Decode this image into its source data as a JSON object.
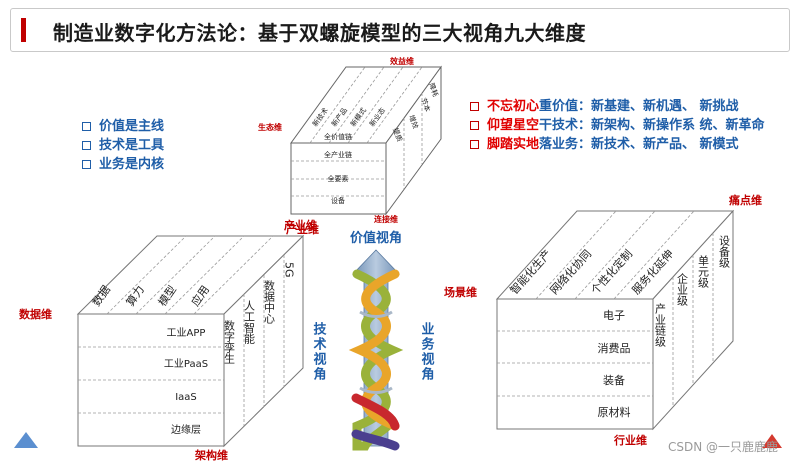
{
  "title": "制造业数字化方法论：基于双螺旋模型的三大视角九大维度",
  "left_list": [
    "价值是主线",
    "技术是工具",
    "业务是内核"
  ],
  "right_list": [
    {
      "red": "不忘初心",
      "blue": "重价值：新基建、新机遇、 新挑战"
    },
    {
      "red": "仰望星空",
      "blue": "干技术：新架构、新操作系 统、新革命"
    },
    {
      "red": "脚踏实地",
      "blue": "落业务：新技术、新产品、 新模式"
    }
  ],
  "value_cube": {
    "top_label": "效益维",
    "left_label": "生态维",
    "bottom_label": "产业维",
    "connect_label": "连接维",
    "top_items": [
      "新技术",
      "新产品",
      "新模式",
      "新业态"
    ],
    "side_items": [
      "降耗",
      "增效",
      "提质"
    ],
    "side_item_top": "节本",
    "front_rows": [
      "全价值链",
      "全产业链",
      "全要素",
      "设备"
    ],
    "view_title": "价值视角"
  },
  "tech_cube": {
    "left_label": "数据维",
    "top_label": "产业维",
    "bottom_label": "架构维",
    "top_items": [
      "数据",
      "算力",
      "模型",
      "应用"
    ],
    "side_items": [
      "数字孪生",
      "人工智能",
      "数据中心",
      "5G"
    ],
    "front_rows": [
      "工业APP",
      "工业PaaS",
      "IaaS",
      "边缘层"
    ],
    "view_title": "技术视角"
  },
  "biz_cube": {
    "left_label": "场景维",
    "top_label": "痛点维",
    "bottom_label": "行业维",
    "top_items": [
      "智能化生产",
      "网络化协同",
      "个性化定制",
      "服务化延伸"
    ],
    "side_items": [
      "产业链级",
      "企业级",
      "单元级",
      "设备级"
    ],
    "front_rows": [
      "电子",
      "消费品",
      "装备",
      "原材料"
    ],
    "view_title": "业务视角"
  },
  "watermark": "CSDN @一只鹿鹿鹿"
}
